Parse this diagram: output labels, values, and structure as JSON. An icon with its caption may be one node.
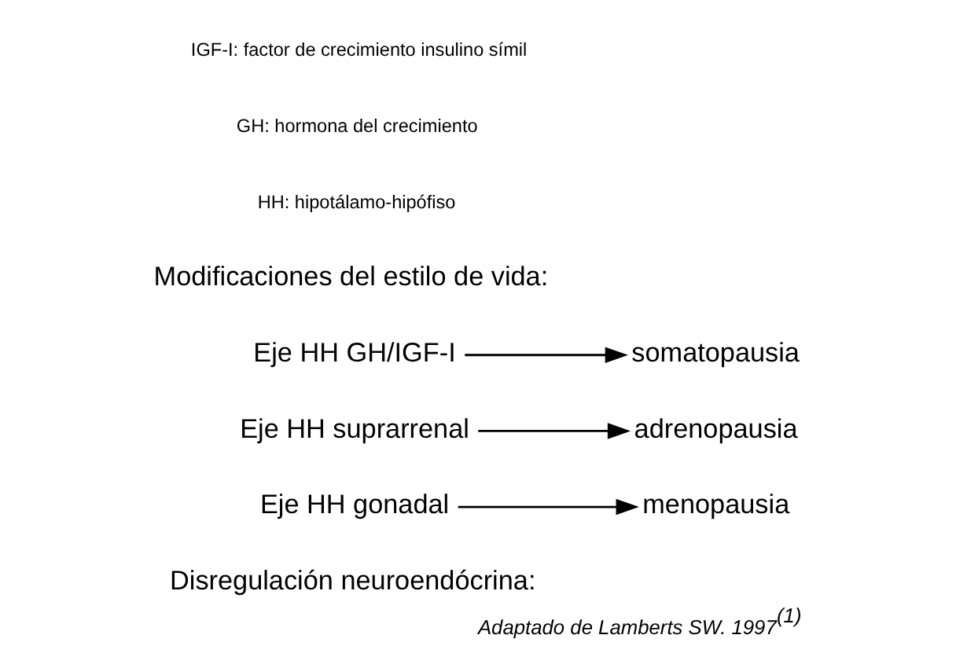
{
  "diagram": {
    "caption": "Adaptado de Lamberts SW. 1997$^{(1)}$",
    "nodes": [
      {
        "text": [
          "Eje HH gonadal"
        ]
      },
      {
        "text": [
          "Eje HH suprarrenal"
        ]
      },
      {
        "text": [
          "Eje HH GH/IGF-I"
        ]
      },
      {
        "text": [
          "menopausia"
        ]
      },
      {
        "text": [
          "adrenopausia"
        ]
      },
      {
        "text": [
          "somatopausia"
        ]
      }
    ],
    "edges": [
      {
        "from": 0,
        "to": 3,
        "arrow": "to"
      },
      {
        "from": 1,
        "to": 4,
        "arrow": "to"
      },
      {
        "from": 2,
        "to": 5,
        "arrow": "to"
      }
    ],
    "labels": [
      "Disregulación neuroendócrina:",
      "Modificaciones del estilo de vida:",
      "HH: hipotálamo-hipófiso",
      "GH: hormona del crecimiento",
      "IGF-I: factor de crecimiento insulino símil"
    ]
  }
}
